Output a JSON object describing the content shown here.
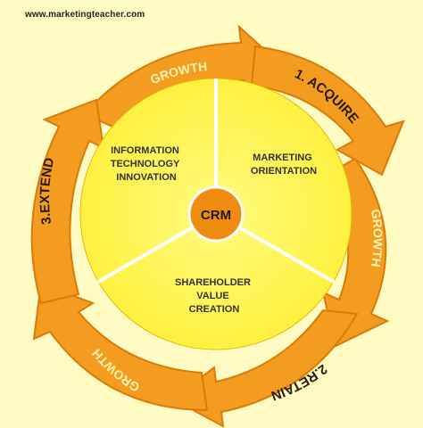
{
  "source_url": "www.marketingteacher.com",
  "center": {
    "label": "CRM"
  },
  "segments": [
    {
      "lines": [
        "INFORMATION",
        "TECHNOLOGY",
        "INNOVATION"
      ]
    },
    {
      "lines": [
        "MARKETING",
        "ORIENTATION"
      ]
    },
    {
      "lines": [
        "SHAREHOLDER",
        "VALUE",
        "CREATION"
      ]
    }
  ],
  "ring": {
    "acquire": "1. ACQUIRE",
    "retain": "2.RETAIN",
    "extend": "3.EXTEND",
    "growth_top": "GROWTH",
    "growth_right": "GROWTH",
    "growth_bottom": "GROWTH"
  },
  "colors": {
    "background": "#fffbc2",
    "ring": "#f39c1f",
    "ring_dark": "#d97a0a",
    "segment_fill": "#fff45a",
    "center": "#ef8c10",
    "divider": "#ffffff"
  }
}
